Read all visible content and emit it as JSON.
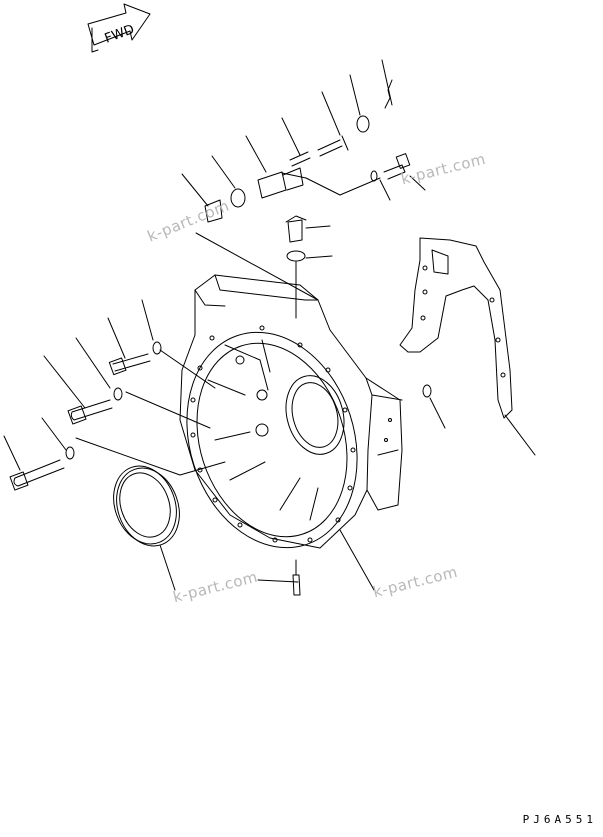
{
  "diagram": {
    "direction_label": "FWD",
    "drawing_code": "PJ6A551",
    "watermarks": [
      "k-part.com",
      "k-part.com",
      "k-part.com",
      "k-part.com"
    ]
  }
}
